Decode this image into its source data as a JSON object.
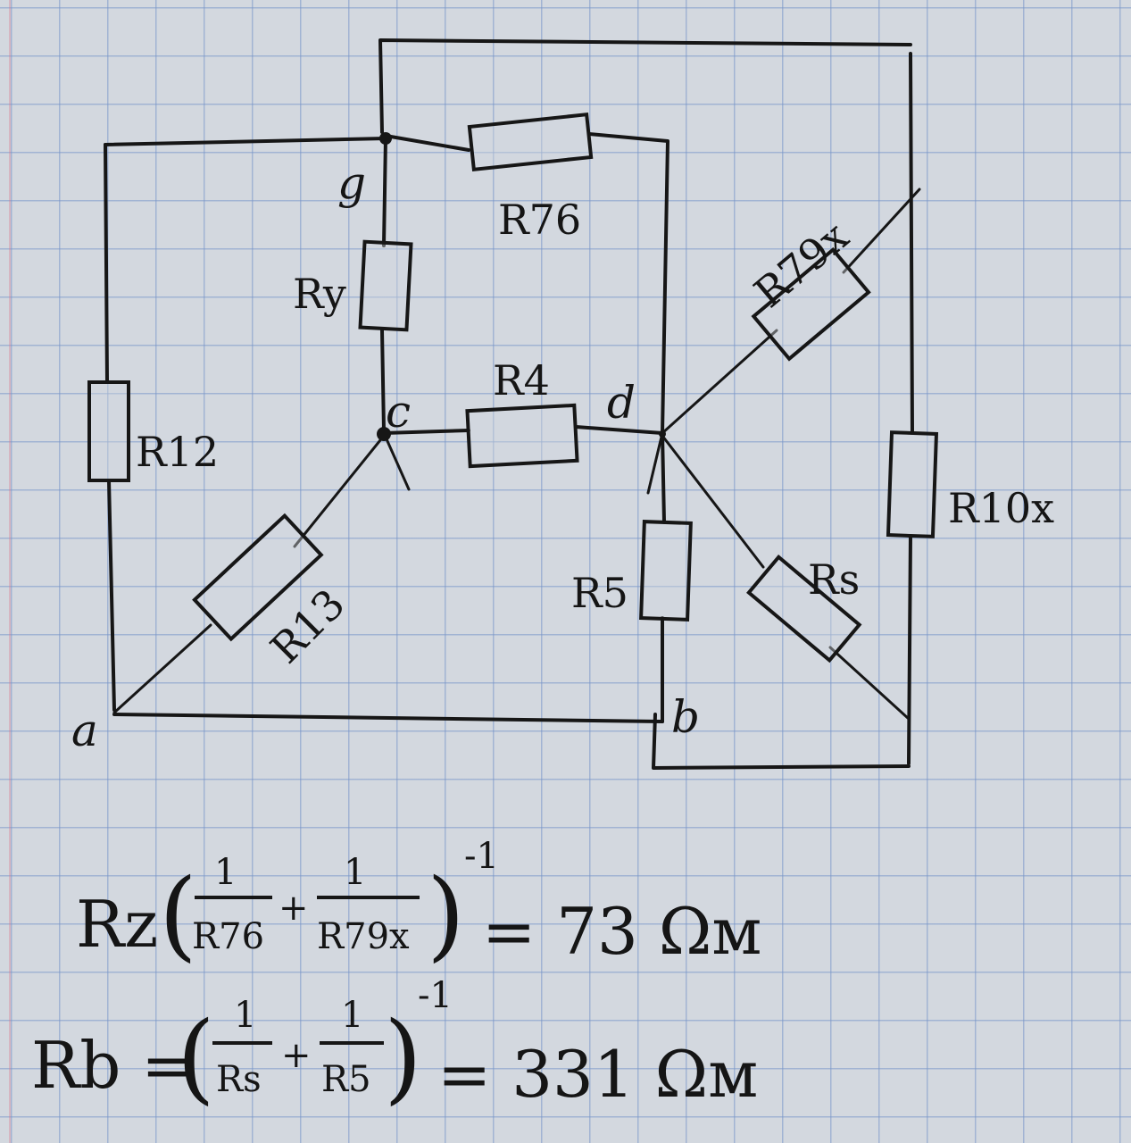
{
  "nodes": {
    "a": "a",
    "b": "b",
    "c": "c",
    "d": "d",
    "g": "g"
  },
  "resistors": {
    "r76": "R76",
    "ry": "Ry",
    "r4": "R4",
    "r12": "R12",
    "r13": "R13",
    "r79x": "R79x",
    "r10x": "R10x",
    "r5": "R5",
    "rs": "Rs"
  },
  "equations": {
    "eq1": {
      "lhs": "Rz",
      "open": "(",
      "num1": "1",
      "den1": "R76",
      "plus": "+",
      "num2": "1",
      "den2": "R79x",
      "close": ")",
      "exp": "-1",
      "rhs": "= 73 Ωм"
    },
    "eq2": {
      "lhs": "Rb =",
      "open": "(",
      "num1": "1",
      "den1": "Rs",
      "plus": "+",
      "num2": "1",
      "den2": "R5",
      "close": ")",
      "exp": "-1",
      "rhs": "= 331 Ωм"
    }
  },
  "colors": {
    "ink": "#161616",
    "paper": "#d3d8df",
    "grid": "#7896c8"
  }
}
